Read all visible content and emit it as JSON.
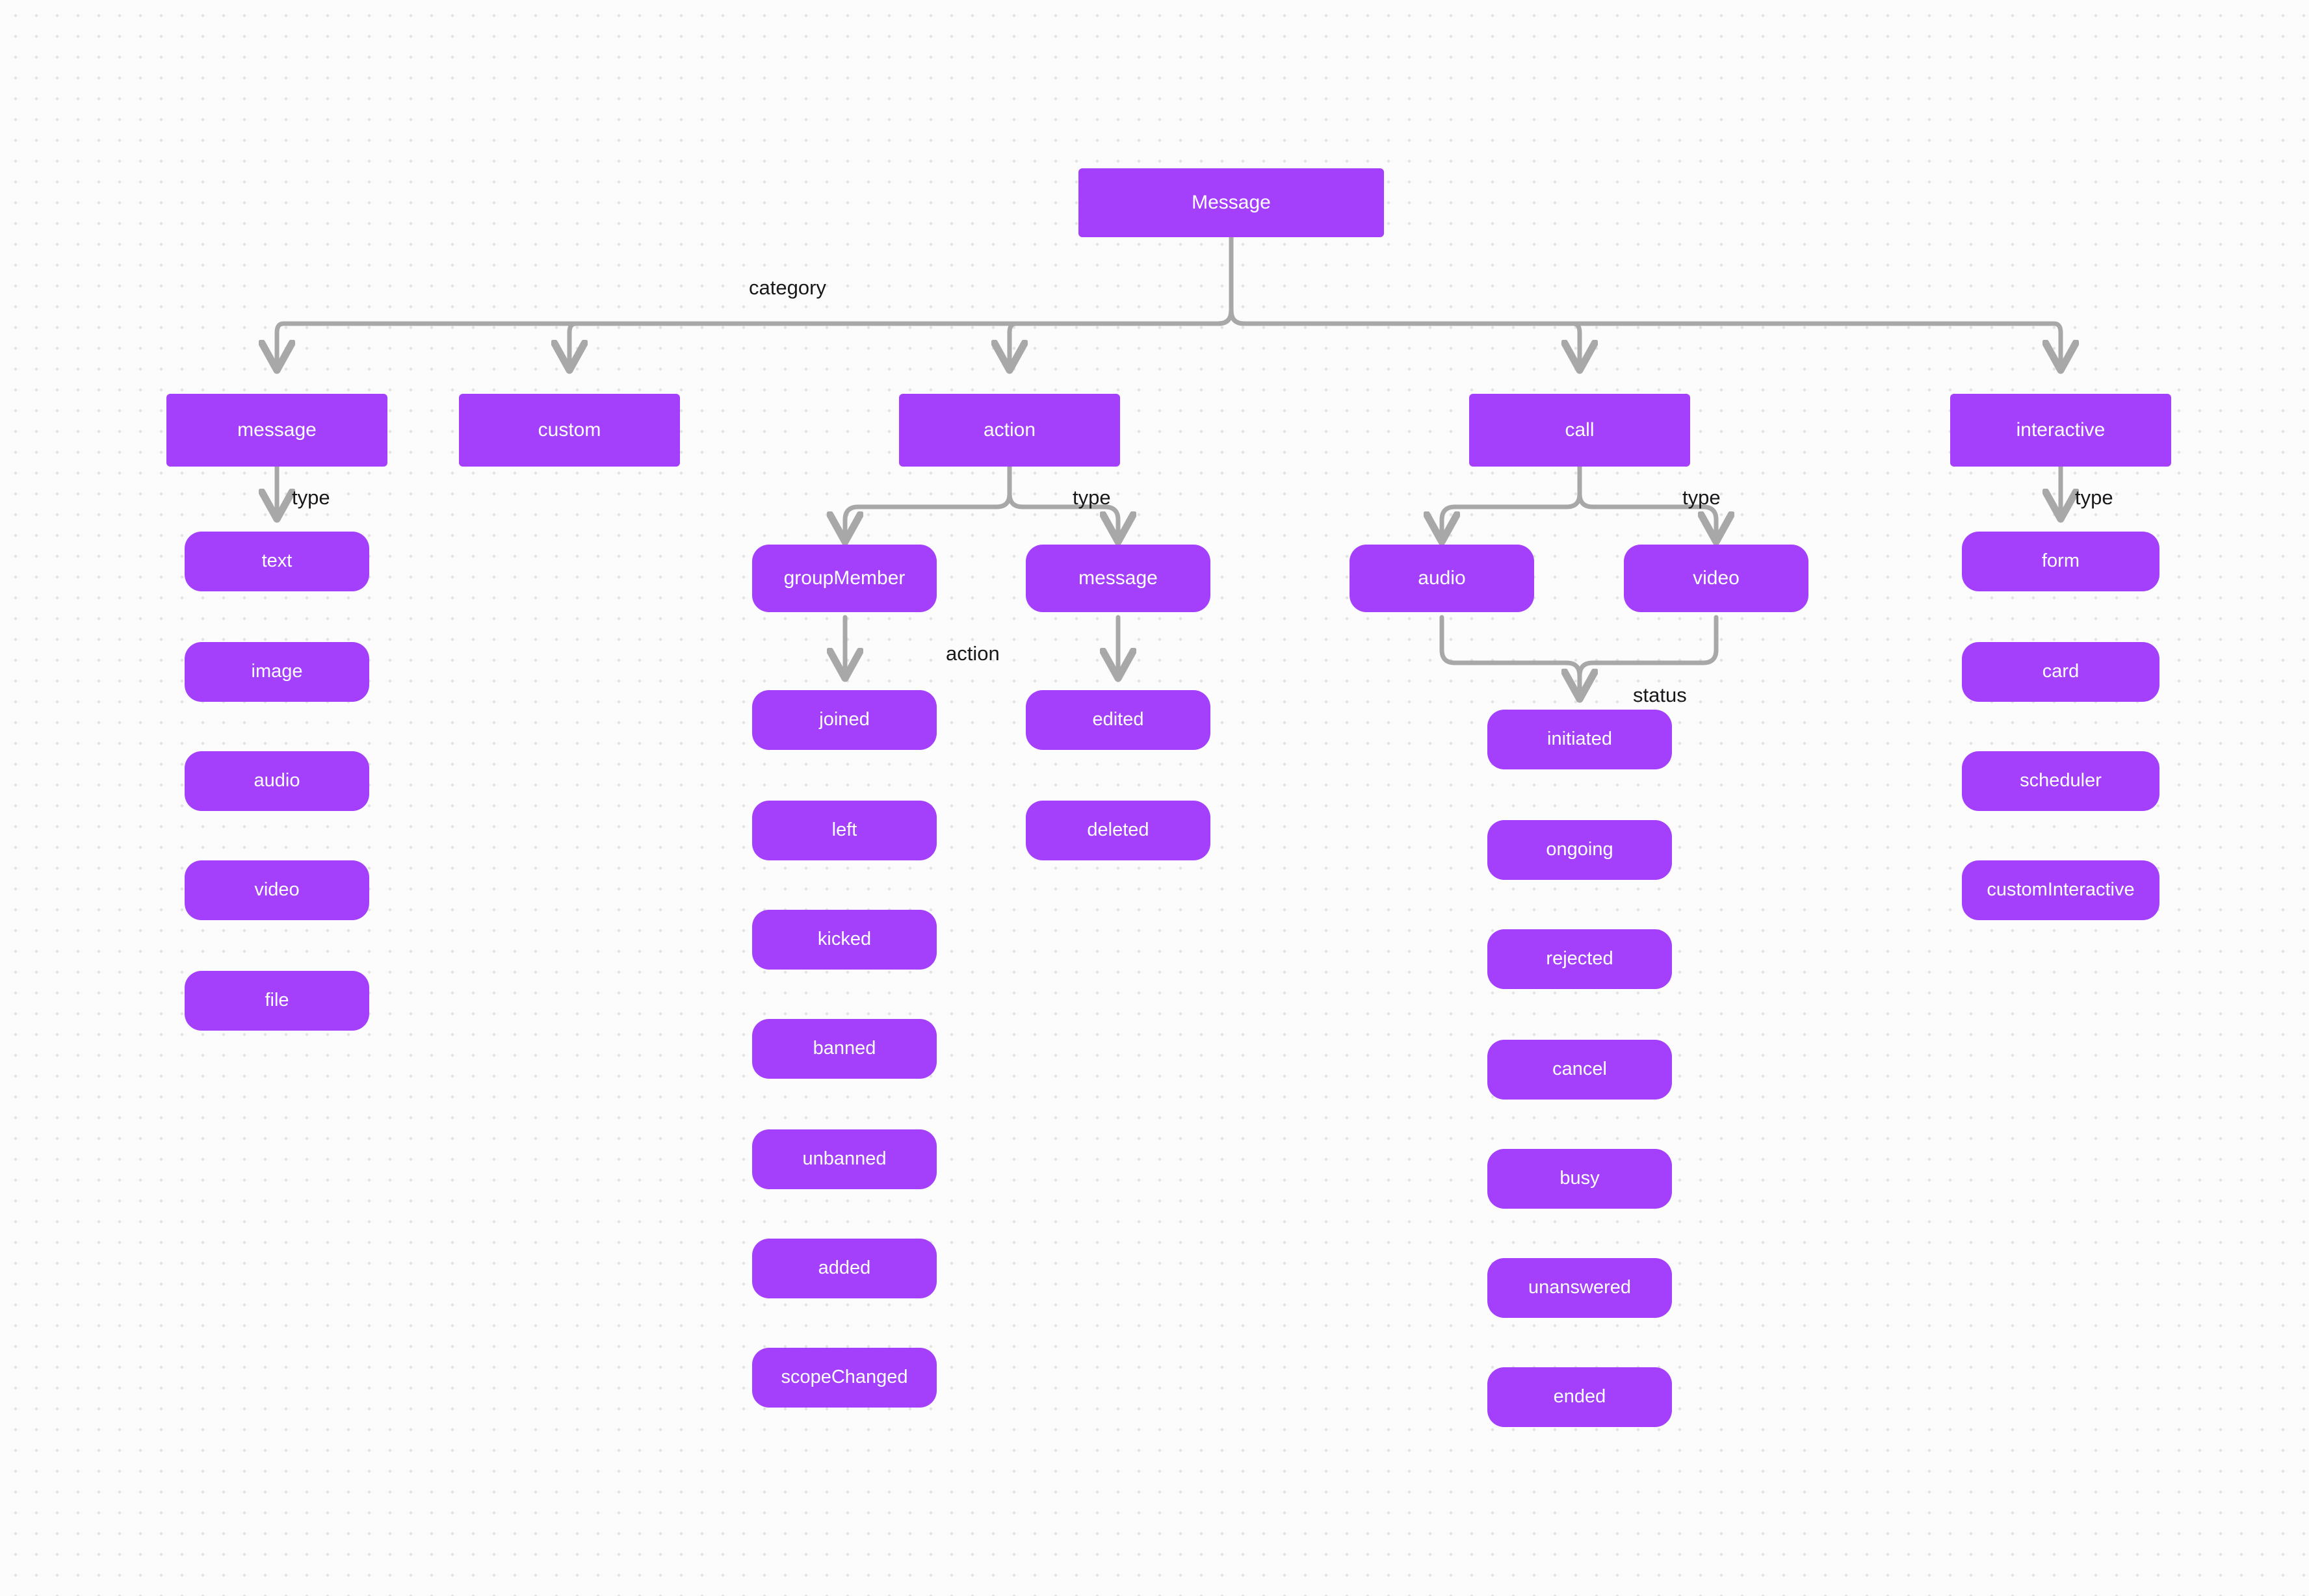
{
  "diagram": {
    "title": "Message",
    "accent_color": "#a43ffb",
    "edge_color": "#a8a8a8",
    "label_color": "#18181b",
    "background_color": "#fcfcfc",
    "dot_color": "#e3e3e3"
  },
  "edge_labels": {
    "category": "category",
    "type_message": "type",
    "type_action": "type",
    "type_call": "type",
    "type_interactive": "type",
    "action": "action",
    "status": "status"
  },
  "nodes": {
    "root": {
      "label": "Message"
    },
    "categories": [
      {
        "key": "message",
        "label": "message"
      },
      {
        "key": "custom",
        "label": "custom"
      },
      {
        "key": "action",
        "label": "action"
      },
      {
        "key": "call",
        "label": "call"
      },
      {
        "key": "interactive",
        "label": "interactive"
      }
    ],
    "message_types": [
      {
        "label": "text"
      },
      {
        "label": "image"
      },
      {
        "label": "audio"
      },
      {
        "label": "video"
      },
      {
        "label": "file"
      }
    ],
    "action_types": [
      {
        "key": "groupMember",
        "label": "groupMember"
      },
      {
        "key": "message",
        "label": "message"
      }
    ],
    "group_member_actions": [
      {
        "label": "joined"
      },
      {
        "label": "left"
      },
      {
        "label": "kicked"
      },
      {
        "label": "banned"
      },
      {
        "label": "unbanned"
      },
      {
        "label": "added"
      },
      {
        "label": "scopeChanged"
      }
    ],
    "message_actions": [
      {
        "label": "edited"
      },
      {
        "label": "deleted"
      }
    ],
    "call_types": [
      {
        "key": "audio",
        "label": "audio"
      },
      {
        "key": "video",
        "label": "video"
      }
    ],
    "call_statuses": [
      {
        "label": "initiated"
      },
      {
        "label": "ongoing"
      },
      {
        "label": "rejected"
      },
      {
        "label": "cancel"
      },
      {
        "label": "busy"
      },
      {
        "label": "unanswered"
      },
      {
        "label": "ended"
      }
    ],
    "interactive_types": [
      {
        "label": "form"
      },
      {
        "label": "card"
      },
      {
        "label": "scheduler"
      },
      {
        "label": "customInteractive"
      }
    ]
  }
}
